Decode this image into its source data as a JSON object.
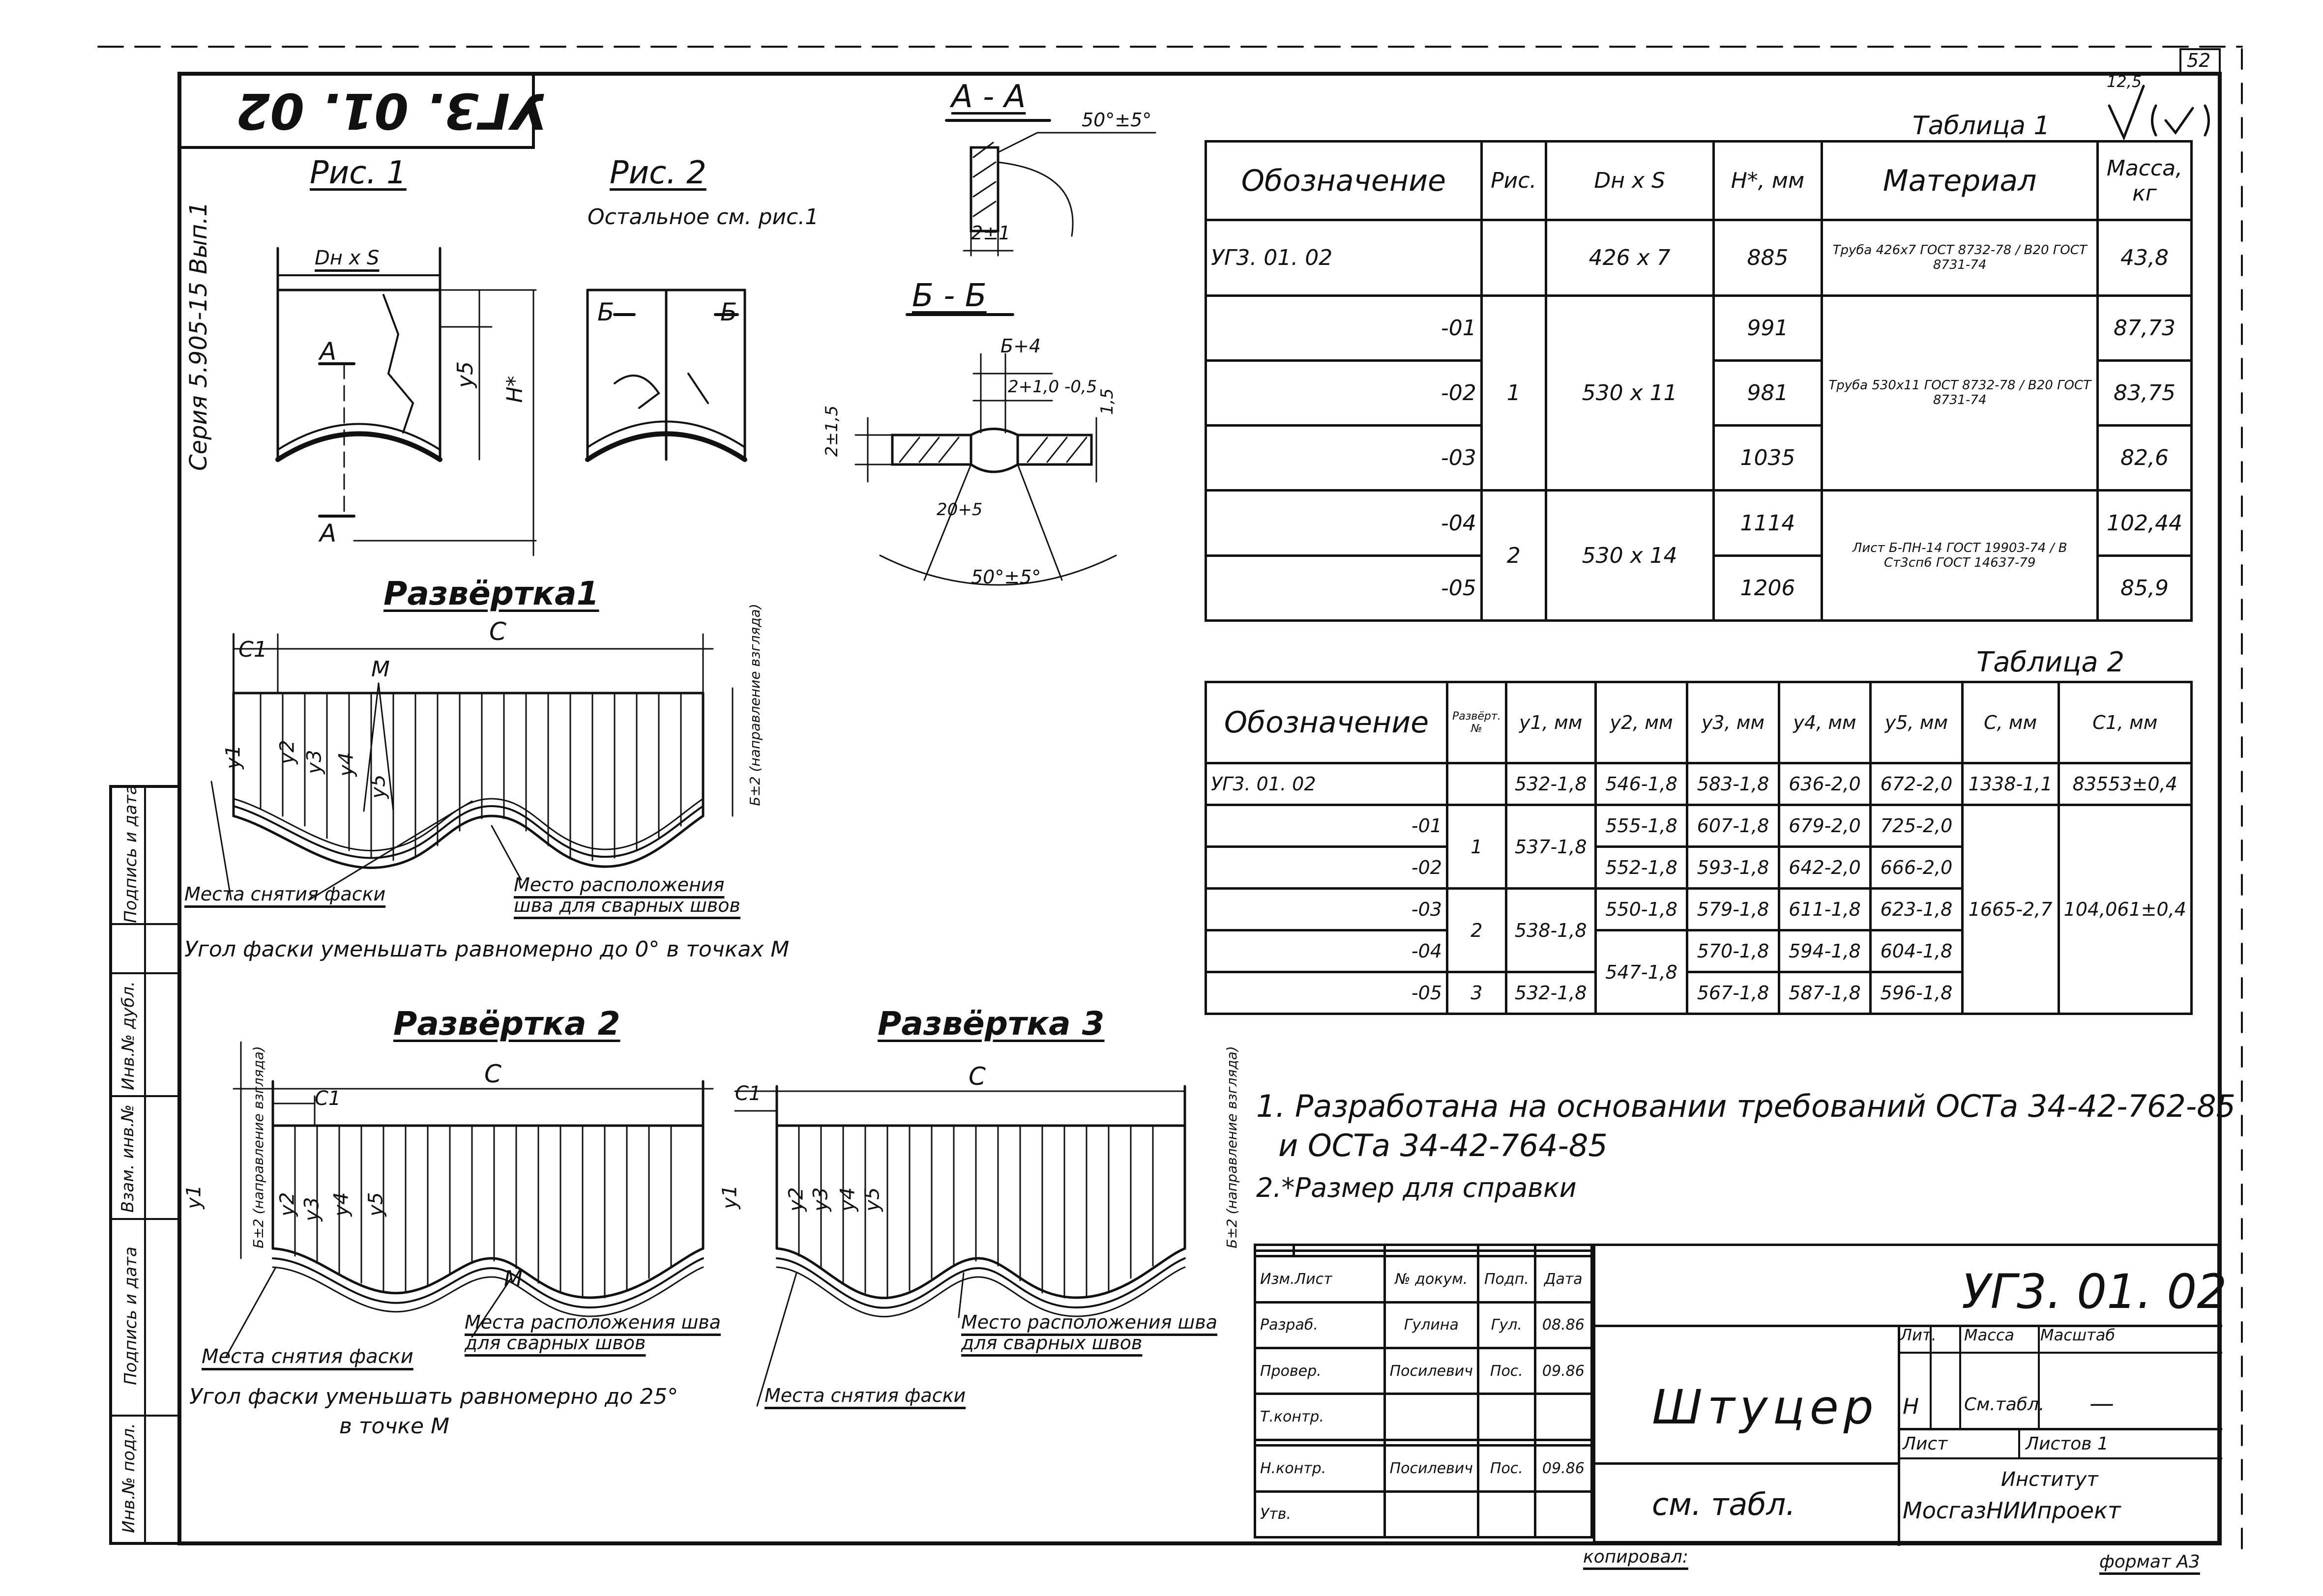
{
  "sheet": {
    "number": "52",
    "code_rotated": "УГ3. 01. 02",
    "series": "Серия 5.905-15 Вып.1",
    "roughness_value": "12,5",
    "copied_by": "копировал:",
    "format": "формат А3"
  },
  "figures": {
    "fig1_title": "Рис. 1",
    "fig1_dim": "Dн x S",
    "fig2_title": "Рис. 2",
    "fig2_note": "Остальное см. рис.1",
    "label_A": "A",
    "label_B": "Б",
    "label_ys": "y5",
    "label_H": "H*",
    "sectionAA_title": "A - A",
    "sectionAA_angle": "50°±5°",
    "sectionAA_dim": "2±1",
    "sectionBB_title": "Б - Б",
    "sectionBB_dim1": "Б+4",
    "sectionBB_dim2": "2+1,0 -0,5",
    "sectionBB_side": "2±1,5",
    "sectionBB_right": "1,5",
    "sectionBB_inner": "20+5",
    "sectionBB_angle": "50°±5°"
  },
  "razvertka1": {
    "title": "Развёртка1",
    "c1": "C1",
    "c": "C",
    "m": "M",
    "y_labels": [
      "y1",
      "y2",
      "y3",
      "y4",
      "y5"
    ],
    "side_note": "Б±2 (направление взгляда)",
    "note_chamfer": "Места снятия фаски",
    "note_weld": "Место расположения шва для сварных швов",
    "note_angle": "Угол фаски уменьшать равномерно до 0° в точках М"
  },
  "razvertka2": {
    "title": "Развёртка 2",
    "c": "C",
    "c1": "C1",
    "m": "M",
    "y_labels": [
      "y1",
      "y2",
      "y3",
      "y4",
      "y5"
    ],
    "side_note": "Б±2 (направление взгляда)",
    "note_chamfer": "Места снятия фаски",
    "note_weld": "Места расположения шва для сварных швов",
    "note_angle_1": "Угол фаски уменьшать равномерно до 25°",
    "note_angle_2": "в точке М"
  },
  "razvertka3": {
    "title": "Развёртка 3",
    "c": "C",
    "c1": "C1",
    "y_labels": [
      "y1",
      "y2",
      "y3",
      "y4",
      "y5"
    ],
    "side_note": "Б±2 (направление взгляда)",
    "note_weld": "Место расположения шва для сварных швов",
    "note_chamfer": "Места снятия фаски"
  },
  "table1": {
    "title": "Таблица 1",
    "headers": [
      "Обозначение",
      "Рис.",
      "Dн x S",
      "H*, мм",
      "Материал",
      "Масса, кг"
    ],
    "rows": [
      {
        "code": "УГ3. 01. 02",
        "fig": "",
        "dn": "426 x 7",
        "h": "885",
        "material": "Труба 426x7 ГОСТ 8732-78 / В20 ГОСТ 8731-74",
        "mass": "43,8"
      },
      {
        "code": "-01",
        "fig": "1",
        "dn": "530 x 11",
        "h": "991",
        "material": "Труба 530x11 ГОСТ 8732-78 / В20 ГОСТ 8731-74",
        "mass": "87,73"
      },
      {
        "code": "-02",
        "fig": "",
        "dn": "",
        "h": "981",
        "material": "",
        "mass": "83,75"
      },
      {
        "code": "-03",
        "fig": "",
        "dn": "",
        "h": "1035",
        "material": "",
        "mass": "82,6"
      },
      {
        "code": "-04",
        "fig": "2",
        "dn": "530 x 14",
        "h": "1114",
        "material": "Лист Б-ПН-14 ГОСТ 19903-74 / В Ст3сп6 ГОСТ 14637-79",
        "mass": "102,44"
      },
      {
        "code": "-05",
        "fig": "",
        "dn": "",
        "h": "1206",
        "material": "",
        "mass": "85,9"
      }
    ]
  },
  "table2": {
    "title": "Таблица 2",
    "headers": [
      "Обозначение",
      "Развёрт. №",
      "y1, мм",
      "y2, мм",
      "y3, мм",
      "y4, мм",
      "y5, мм",
      "C, мм",
      "C1, мм"
    ],
    "rows": [
      {
        "code": "УГ3. 01. 02",
        "r": "",
        "y1": "532-1,8",
        "y2": "546-1,8",
        "y3": "583-1,8",
        "y4": "636-2,0",
        "y5": "672-2,0",
        "c": "1338-1,1",
        "c1": "83553±0,4"
      },
      {
        "code": "-01",
        "r": "1",
        "y1": "537-1,8",
        "y2": "555-1,8",
        "y3": "607-1,8",
        "y4": "679-2,0",
        "y5": "725-2,0",
        "c": "1665-2,7",
        "c1": "104,061±0,4"
      },
      {
        "code": "-02",
        "r": "",
        "y1": "",
        "y2": "552-1,8",
        "y3": "593-1,8",
        "y4": "642-2,0",
        "y5": "666-2,0",
        "c": "",
        "c1": ""
      },
      {
        "code": "-03",
        "r": "2",
        "y1": "538-1,8",
        "y2": "550-1,8",
        "y3": "579-1,8",
        "y4": "611-1,8",
        "y5": "623-1,8",
        "c": "",
        "c1": ""
      },
      {
        "code": "-04",
        "r": "",
        "y1": "",
        "y2": "547-1,8",
        "y3": "570-1,8",
        "y4": "594-1,8",
        "y5": "604-1,8",
        "c": "",
        "c1": ""
      },
      {
        "code": "-05",
        "r": "3",
        "y1": "532-1,8",
        "y2": "",
        "y3": "567-1,8",
        "y4": "587-1,8",
        "y5": "596-1,8",
        "c": "",
        "c1": ""
      }
    ]
  },
  "notes": {
    "n1a": "1. Разработана на основании требований ОСТа 34-42-762-85",
    "n1b": "и ОСТа 34-42-764-85",
    "n2": "2.*Размер для справки"
  },
  "left_strip": [
    "Инв.№ подл.",
    "Подпись и дата",
    "Взам. инв.№",
    "Инв.№ дубл.",
    "Подпись и дата"
  ],
  "title_block": {
    "designation": "УГ3. 01. 02",
    "name": "Штуцер",
    "see_table": "см. табл.",
    "h_lit": "Лит.",
    "h_mass": "Масса",
    "h_scale": "Масштаб",
    "lit_val": "Н",
    "mass_val": "См.табл.",
    "scale_val": "—",
    "sheet": "Лист",
    "sheets": "Листов 1",
    "org1": "Институт",
    "org2": "МосгазНИИпроект",
    "signers": [
      {
        "role": "Изм.Лист",
        "name": "№ докум.",
        "sign": "Подп.",
        "date": "Дата"
      },
      {
        "role": "Разраб.",
        "name": "Гулина",
        "sign": "Гул.",
        "date": "08.86"
      },
      {
        "role": "Провер.",
        "name": "Посилевич",
        "sign": "Пос.",
        "date": "09.86"
      },
      {
        "role": "Т.контр.",
        "name": "",
        "sign": "",
        "date": ""
      },
      {
        "role": "",
        "name": "",
        "sign": "",
        "date": ""
      },
      {
        "role": "Н.контр.",
        "name": "Посилевич",
        "sign": "Пос.",
        "date": "09.86"
      },
      {
        "role": "Утв.",
        "name": "",
        "sign": "",
        "date": ""
      }
    ]
  }
}
